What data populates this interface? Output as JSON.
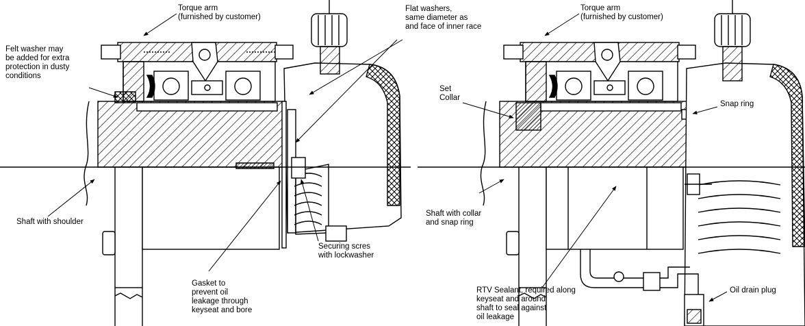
{
  "left_figure": {
    "labels": {
      "torque_arm": "Torque arm\n(furnished by customer)",
      "flat_washers": "Flat washers,\nsame diameter as\nand face of inner race",
      "felt_washer": "Felt washer may\nbe added for extra\nprotection in dusty\nconditions",
      "shaft_shoulder": "Shaft with shoulder",
      "securing_screws": "Securing scres\nwith lockwasher",
      "gasket": "Gasket to\nprevent oil\nleakage through\nkeyseat and bore"
    }
  },
  "right_figure": {
    "labels": {
      "torque_arm": "Torque arm\n(furnished by customer)",
      "set_collar": "Set\nCollar",
      "snap_ring": "Snap ring",
      "shaft_collar": "Shaft with collar\nand snap ring",
      "rtv_sealant": "RTV Sealant, required along\nkeyseat and around\nshaft to seal against\noil leakage",
      "oil_drain_plug": "Oil drain plug"
    }
  }
}
